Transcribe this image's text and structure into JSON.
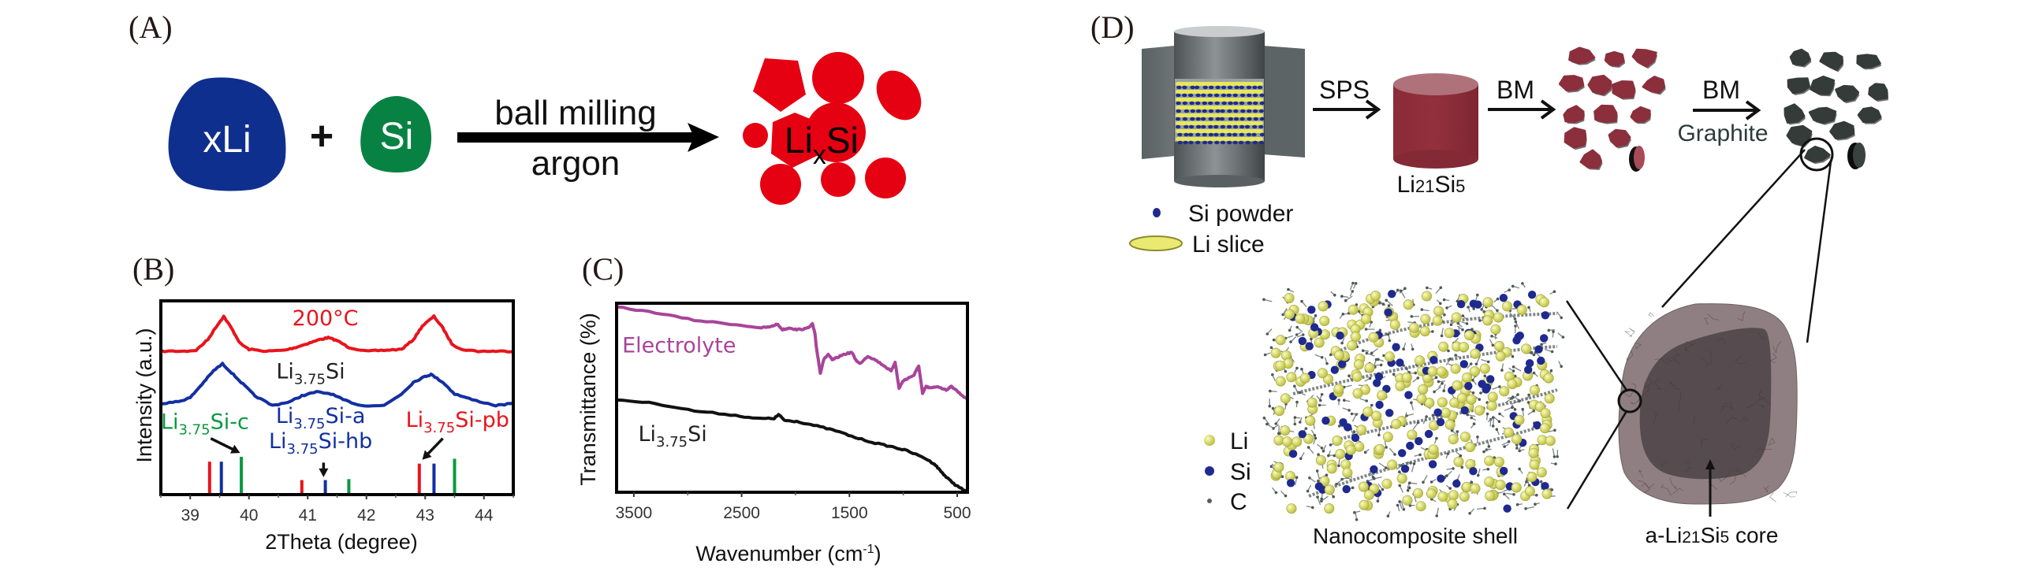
{
  "figure": {
    "panels": {
      "A": {
        "label": "(A)",
        "reactant_1": "xLi",
        "plus": "+",
        "reactant_2": "Si",
        "arrow_top": "ball milling",
        "arrow_bottom": "argon",
        "product_main": "Li",
        "product_sub": "x",
        "product_tail": "Si",
        "colors": {
          "li": "#0f2f8f",
          "si": "#078243",
          "product": "#e50012",
          "text_on_blob": "#ffffff"
        }
      },
      "B": {
        "label": "(B)"
      },
      "C": {
        "label": "(C)"
      },
      "D": {
        "label": "(D)",
        "step1": "SPS",
        "step2": "BM",
        "step3": "BM",
        "step3_sub": "Graphite",
        "cylinder_label": {
          "main": "Li",
          "s1": "21",
          "mid": "Si",
          "s2": "5"
        },
        "legend_top": [
          {
            "label": "Si powder",
            "color": "#1e2a8c"
          },
          {
            "label": "Li slice",
            "color": "#e8e86a"
          }
        ],
        "legend_atoms": [
          {
            "label": "Li",
            "color": "#d9dc5a"
          },
          {
            "label": "Si",
            "color": "#1f2a8f"
          },
          {
            "label": "C",
            "color": "#555f5f"
          }
        ],
        "shell_label": "Nanocomposite shell",
        "core_label": {
          "prefix": "a-Li",
          "s1": "21",
          "mid": "Si",
          "s2": "5",
          "suffix": " core"
        },
        "colors": {
          "alloy": "#8b2f3c",
          "coated": "#343b38",
          "shell": "#8f7f80",
          "core": "#5a4f52"
        }
      }
    }
  },
  "chart_data": [
    {
      "id": "B",
      "type": "line",
      "title": "",
      "xlabel": "2Theta (degree)",
      "ylabel": "Intensity (a.u.)",
      "xlim": [
        38.5,
        44.5
      ],
      "ylim": [
        0,
        1
      ],
      "xticks": [
        39,
        40,
        41,
        42,
        43,
        44
      ],
      "grid": false,
      "series": [
        {
          "name": "200°C",
          "color": "#e8141c",
          "x": [
            38.5,
            38.9,
            39.1,
            39.3,
            39.45,
            39.57,
            39.7,
            39.85,
            40.0,
            40.3,
            40.6,
            40.8,
            41.0,
            41.2,
            41.35,
            41.5,
            41.7,
            42.0,
            42.3,
            42.6,
            42.8,
            42.95,
            43.15,
            43.3,
            43.45,
            43.6,
            43.9,
            44.2,
            44.5
          ],
          "y": [
            0.74,
            0.74,
            0.745,
            0.8,
            0.87,
            0.92,
            0.86,
            0.78,
            0.75,
            0.74,
            0.745,
            0.76,
            0.78,
            0.8,
            0.81,
            0.795,
            0.76,
            0.74,
            0.745,
            0.75,
            0.8,
            0.87,
            0.92,
            0.86,
            0.78,
            0.75,
            0.74,
            0.74,
            0.74
          ]
        },
        {
          "name": "Li3.75Si",
          "color": "#1330a0",
          "x": [
            38.5,
            38.8,
            39.0,
            39.2,
            39.4,
            39.55,
            39.7,
            39.9,
            40.1,
            40.4,
            40.7,
            40.9,
            41.15,
            41.4,
            41.6,
            41.9,
            42.3,
            42.6,
            42.8,
            43.0,
            43.1,
            43.3,
            43.5,
            43.8,
            44.2,
            44.5
          ],
          "y": [
            0.47,
            0.48,
            0.5,
            0.57,
            0.64,
            0.675,
            0.63,
            0.57,
            0.51,
            0.46,
            0.48,
            0.51,
            0.53,
            0.52,
            0.49,
            0.46,
            0.46,
            0.52,
            0.58,
            0.61,
            0.62,
            0.58,
            0.52,
            0.49,
            0.46,
            0.47
          ]
        }
      ],
      "reference_sticks": [
        {
          "x": 39.33,
          "height": 0.17,
          "color": "#e8141c"
        },
        {
          "x": 39.53,
          "height": 0.17,
          "color": "#1330a0"
        },
        {
          "x": 39.87,
          "height": 0.195,
          "color": "#079a3f"
        },
        {
          "x": 40.9,
          "height": 0.075,
          "color": "#e8141c"
        },
        {
          "x": 41.3,
          "height": 0.075,
          "color": "#1330a0"
        },
        {
          "x": 41.7,
          "height": 0.08,
          "color": "#079a3f"
        },
        {
          "x": 42.9,
          "height": 0.16,
          "color": "#e8141c"
        },
        {
          "x": 43.15,
          "height": 0.16,
          "color": "#1330a0"
        },
        {
          "x": 43.5,
          "height": 0.185,
          "color": "#079a3f"
        }
      ],
      "annotations": [
        {
          "text": "200°C",
          "color": "#e8141c",
          "x": 41.3,
          "y": 0.875
        },
        {
          "text": "Li",
          "sub": "3.75",
          "tail": "Si",
          "color": "#222222",
          "x": 41.05,
          "y": 0.6
        },
        {
          "text": "Li",
          "sub": "3.75",
          "tail": "Si-c",
          "color": "#079a3f",
          "x": 39.25,
          "y": 0.34
        },
        {
          "text": "Li",
          "sub": "3.75",
          "tail": "Si-a",
          "color": "#1330a0",
          "x": 41.22,
          "y": 0.37
        },
        {
          "text": "Li",
          "sub": "3.75",
          "tail": "Si-hb",
          "color": "#1330a0",
          "x": 41.22,
          "y": 0.24
        },
        {
          "text": "Li",
          "sub": "3.75",
          "tail": "Si-pb",
          "color": "#e8141c",
          "x": 43.55,
          "y": 0.35
        }
      ],
      "arrows": [
        {
          "from": [
            39.35,
            0.29
          ],
          "to": [
            39.85,
            0.215
          ]
        },
        {
          "from": [
            41.27,
            0.165
          ],
          "to": [
            41.27,
            0.09
          ]
        },
        {
          "from": [
            43.3,
            0.29
          ],
          "to": [
            42.95,
            0.18
          ]
        }
      ]
    },
    {
      "id": "C",
      "type": "line",
      "title": "",
      "xlabel": "Wavenumber (cm",
      "xlabel_sup": "-1",
      "xlabel_end": ")",
      "ylabel": "Transmittance (%)",
      "xlim": [
        3660,
        405
      ],
      "ylim": [
        0,
        1
      ],
      "xticks": [
        3500,
        2500,
        1500,
        500
      ],
      "minor_xticks": [
        3000,
        2000,
        1000
      ],
      "grid": false,
      "series": [
        {
          "name": "Electrolyte",
          "color": "#a8449a",
          "x": [
            3660,
            3300,
            2938,
            2600,
            2317,
            2230,
            2171,
            2120,
            2050,
            1990,
            1900,
            1843,
            1820,
            1807,
            1770,
            1740,
            1697,
            1660,
            1624,
            1550,
            1478,
            1440,
            1405,
            1330,
            1259,
            1180,
            1113,
            1076,
            1040,
            1000,
            967,
            900,
            857,
            821,
            790,
            748,
            680,
            602,
            560,
            529,
            470,
            405
          ],
          "y": [
            0.98,
            0.95,
            0.91,
            0.89,
            0.87,
            0.875,
            0.89,
            0.86,
            0.87,
            0.86,
            0.865,
            0.89,
            0.84,
            0.77,
            0.63,
            0.7,
            0.73,
            0.7,
            0.71,
            0.73,
            0.74,
            0.7,
            0.68,
            0.72,
            0.7,
            0.67,
            0.64,
            0.69,
            0.55,
            0.59,
            0.6,
            0.62,
            0.67,
            0.52,
            0.56,
            0.55,
            0.56,
            0.54,
            0.56,
            0.55,
            0.52,
            0.49
          ]
        },
        {
          "name": "Li3.75Si",
          "color": "#111111",
          "x": [
            3660,
            3300,
            2938,
            2600,
            2354,
            2200,
            2157,
            2100,
            1990,
            1800,
            1624,
            1450,
            1259,
            1100,
            967,
            800,
            712,
            650,
            602,
            520,
            450,
            405
          ],
          "y": [
            0.49,
            0.47,
            0.43,
            0.41,
            0.39,
            0.39,
            0.41,
            0.38,
            0.375,
            0.35,
            0.325,
            0.29,
            0.26,
            0.24,
            0.22,
            0.18,
            0.15,
            0.11,
            0.08,
            0.04,
            0.015,
            0.0
          ]
        }
      ],
      "annotations": [
        {
          "text": "Electrolyte",
          "color": "#a8449a",
          "x": 3080,
          "y": 0.74
        },
        {
          "text": "Li",
          "sub": "3.75",
          "tail": "Si",
          "color": "#222222",
          "x": 3140,
          "y": 0.27
        }
      ]
    }
  ]
}
